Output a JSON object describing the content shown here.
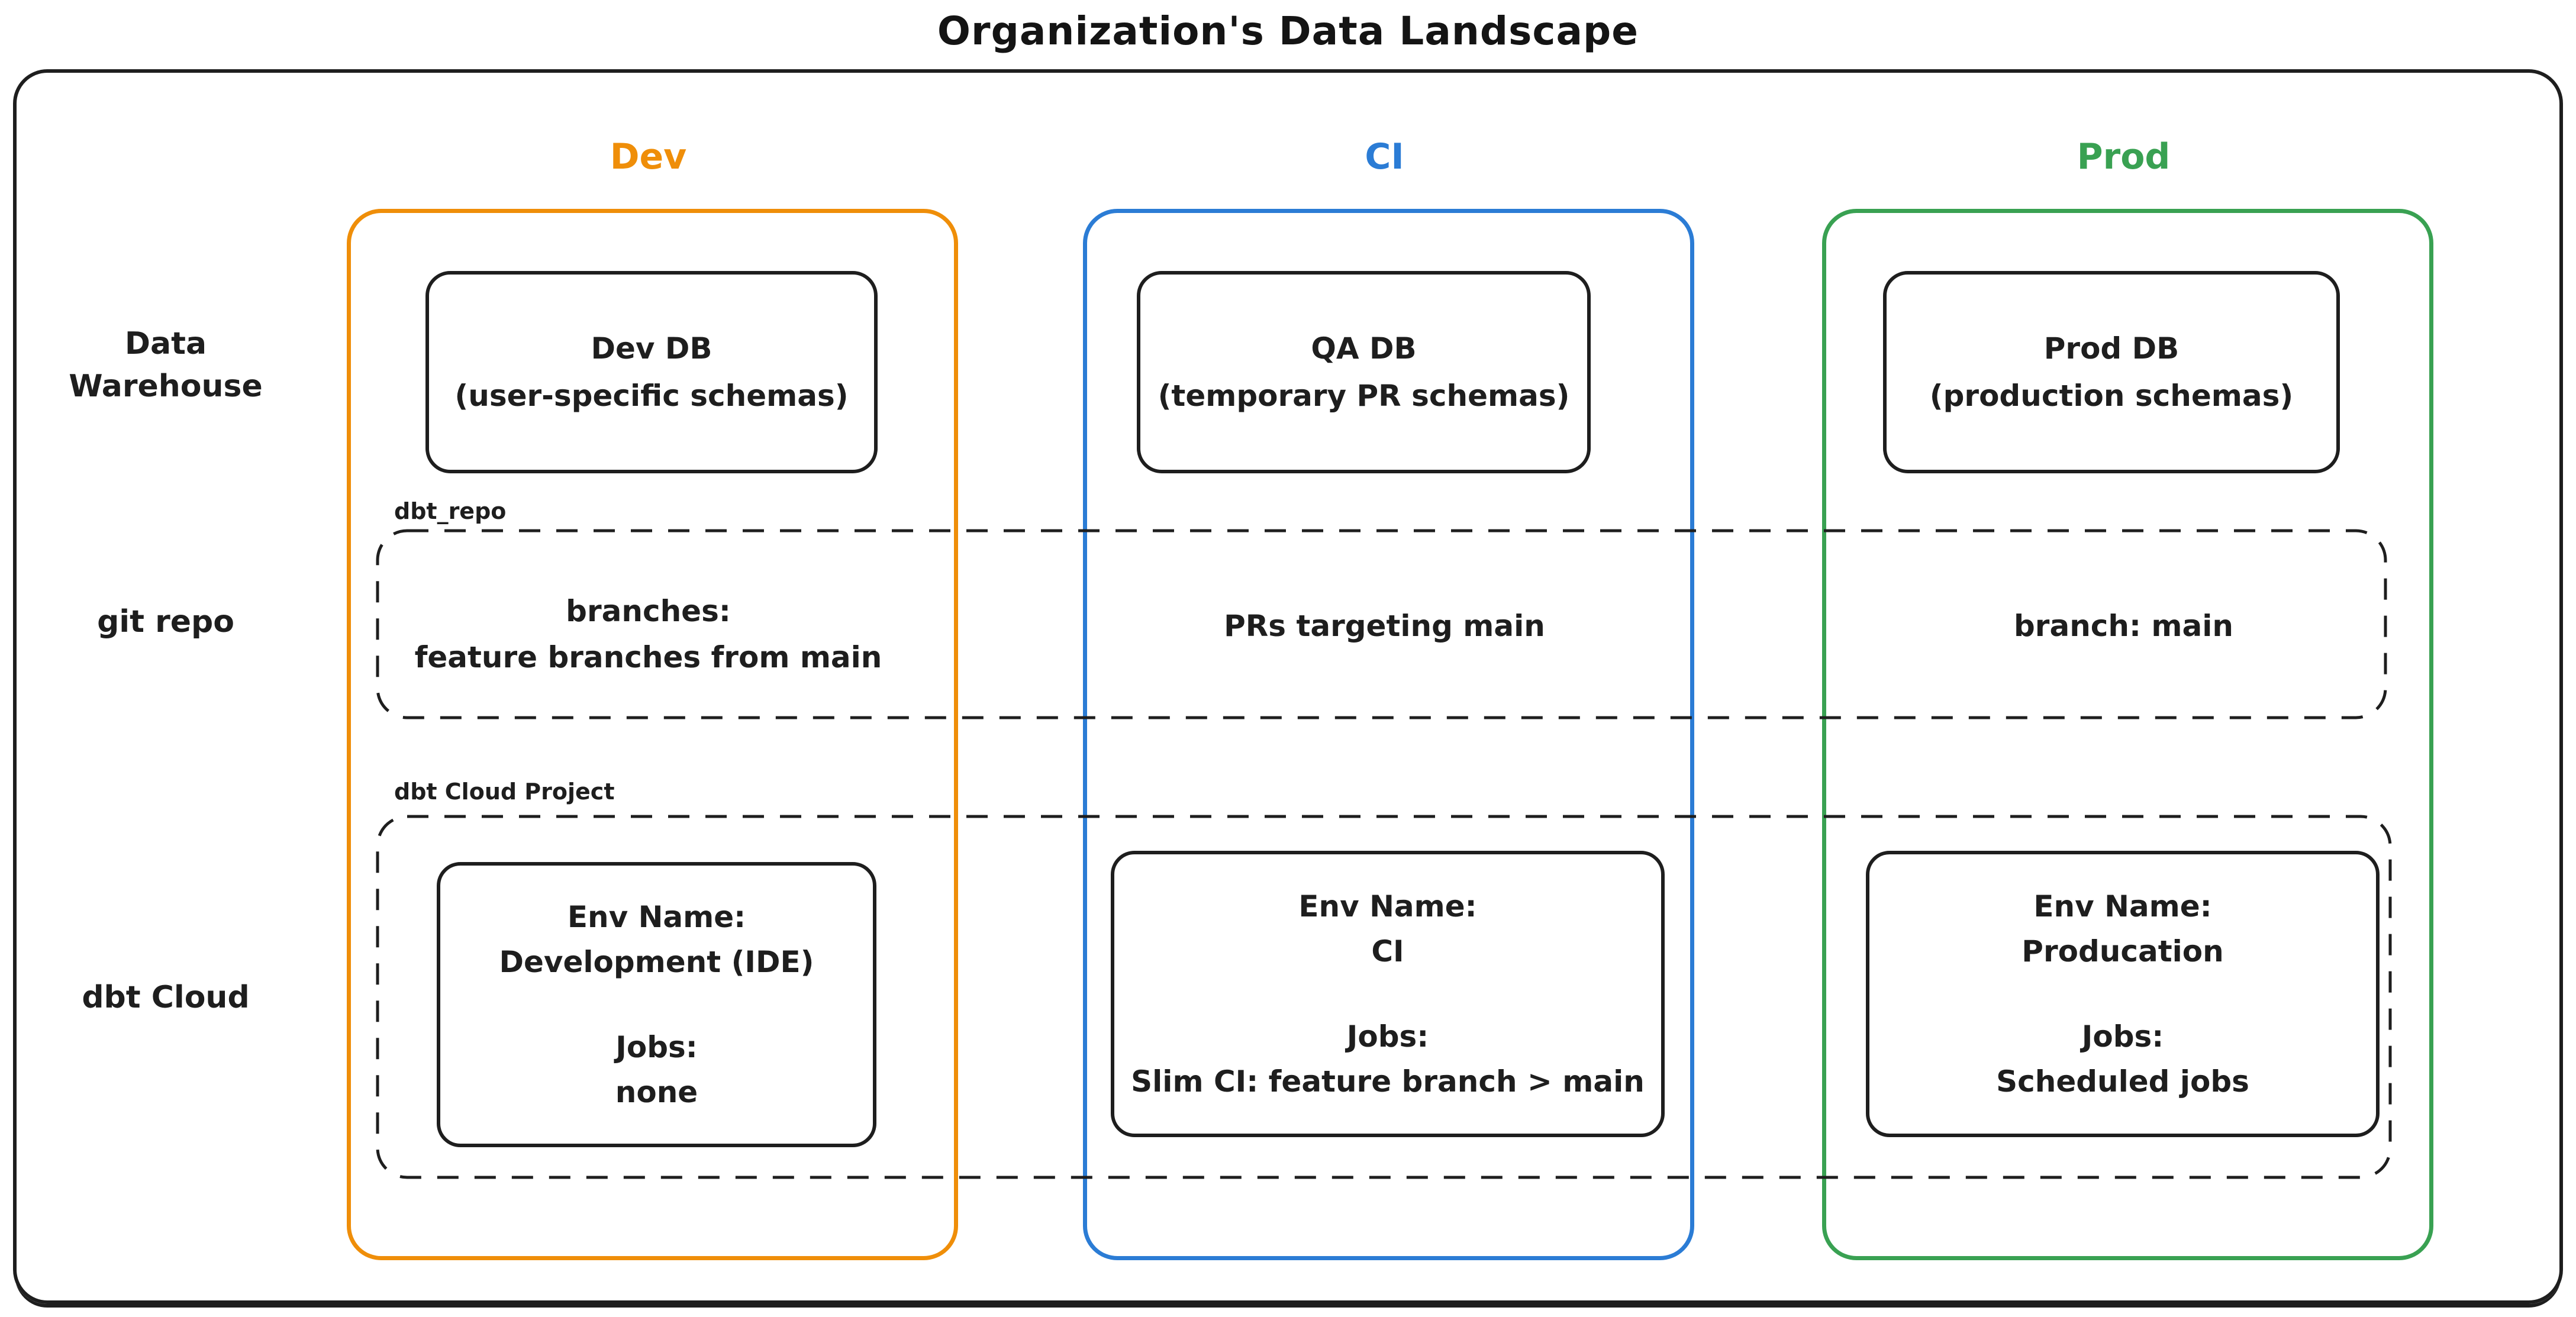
{
  "title": "Organization's Data Landscape",
  "row_labels": {
    "warehouse_line1": "Data",
    "warehouse_line2": "Warehouse",
    "git": "git repo",
    "cloud": "dbt Cloud"
  },
  "band_labels": {
    "git_repo": "dbt_repo",
    "cloud_project": "dbt Cloud Project"
  },
  "colors": {
    "dev_orange": "#ef8e09",
    "ci_blue": "#2b7cd5",
    "prod_green": "#39a152",
    "ink_black": "#1e1e1e"
  },
  "columns": {
    "dev": {
      "header": "Dev",
      "db_line1": "Dev DB",
      "db_line2": "(user-specific schemas)",
      "git_line1": "branches:",
      "git_line2": "feature branches from main",
      "env_label": "Env Name:",
      "env_value": "Development (IDE)",
      "jobs_label": "Jobs:",
      "jobs_value": "none"
    },
    "ci": {
      "header": "CI",
      "db_line1": "QA DB",
      "db_line2": "(temporary PR schemas)",
      "git_line1": "PRs targeting main",
      "env_label": "Env Name:",
      "env_value": "CI",
      "jobs_label": "Jobs:",
      "jobs_value": "Slim CI: feature branch > main"
    },
    "prod": {
      "header": "Prod",
      "db_line1": "Prod DB",
      "db_line2": "(production schemas)",
      "git_line1": "branch: main",
      "env_label": "Env Name:",
      "env_value": "Producation",
      "jobs_label": "Jobs:",
      "jobs_value": "Scheduled jobs"
    }
  }
}
